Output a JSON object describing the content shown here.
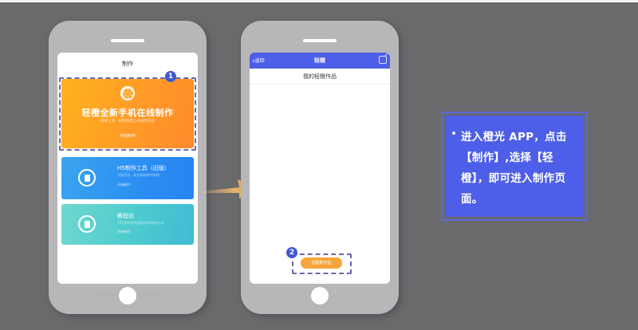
{
  "colors": {
    "background": "#6a6a6c",
    "phone_body": "#b7b7b9",
    "accent_blue": "#4d5ee8",
    "orange_card": "#ff9b26",
    "blue_card": "#2b8ef2",
    "teal_card": "#4bc9cf",
    "create_button": "#f7a539",
    "dash_border": "#6b67b0",
    "badge": "#4158d0"
  },
  "phone1": {
    "screen_title": "制作",
    "step_badge": "1",
    "featured_card": {
      "icon": "orange-slice-icon",
      "title": "轻橙全新手机在线制作",
      "subtitle": "简单上手，好评热度上手机的作品",
      "action": "开始制作"
    },
    "cards": [
      {
        "icon": "document-icon",
        "title": "H5制作工具（旧版）",
        "subtitle": "大屏优化，安全高效的H5制作",
        "action": "开始制作 ›"
      },
      {
        "icon": "document-icon",
        "title": "教程站",
        "subtitle": "10分钟带你快速熟悉H5制作方式",
        "action": "开始制作 ›"
      }
    ],
    "footer_line1": "橙光出品",
    "footer_line2": "更多更好的H5制作功能正在开发中敬请期待"
  },
  "phone2": {
    "nav_back": "返回",
    "nav_back_icon": "chevron-left-icon",
    "nav_title": "轻橙",
    "nav_share_icon": "share-icon",
    "page_title": "我的轻橙作品",
    "create_button": "创建新作品",
    "step_badge": "2"
  },
  "instruction": {
    "text": "进入橙光 APP，点击【制作】,选择【轻橙】，即可进入制作页面。"
  }
}
